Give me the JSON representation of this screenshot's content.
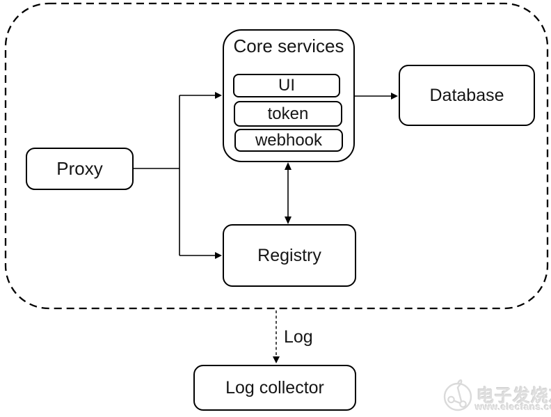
{
  "diagram": {
    "nodes": {
      "core_services": {
        "label": "Core services"
      },
      "ui": {
        "label": "UI"
      },
      "token": {
        "label": "token"
      },
      "webhook": {
        "label": "webhook"
      },
      "proxy": {
        "label": "Proxy"
      },
      "database": {
        "label": "Database"
      },
      "registry": {
        "label": "Registry"
      },
      "log_collector": {
        "label": "Log collector"
      }
    },
    "edges": [
      {
        "from": "Proxy",
        "to": "Core services",
        "style": "solid-arrow",
        "label": ""
      },
      {
        "from": "Proxy",
        "to": "Registry",
        "style": "solid-arrow",
        "label": ""
      },
      {
        "from": "Core services",
        "to": "Database",
        "style": "solid-arrow",
        "label": ""
      },
      {
        "from": "Core services",
        "to": "Registry",
        "style": "double-arrow",
        "label": ""
      },
      {
        "from": "system-boundary",
        "to": "Log collector",
        "style": "dashed-arrow",
        "label": "Log"
      }
    ]
  },
  "watermark": {
    "title": "电子发烧友",
    "url": "www.elecfans.com"
  },
  "colors": {
    "stroke": "#000000",
    "background": "#ffffff",
    "watermark": "#dedede"
  }
}
